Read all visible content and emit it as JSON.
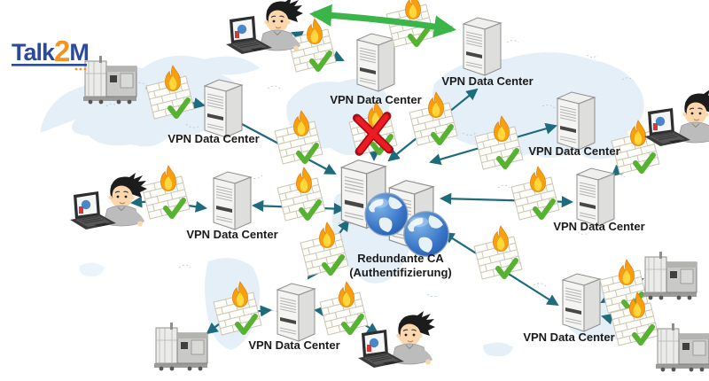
{
  "logo": {
    "text_talk": "Talk",
    "text_2": "2",
    "text_m": "M",
    "color_blue": "#2b4a9b",
    "color_orange": "#f6921e"
  },
  "diagram": {
    "datacenter_label": "VPN Data Center",
    "datacenters": [
      {
        "id": "top-center",
        "label": "VPN Data Center"
      },
      {
        "id": "top-right",
        "label": "VPN Data Center"
      },
      {
        "id": "left-top",
        "label": "VPN Data Center"
      },
      {
        "id": "left-middle",
        "label": "VPN Data Center"
      },
      {
        "id": "right-top",
        "label": "VPN Data Center"
      },
      {
        "id": "right-middle",
        "label": "VPN Data Center"
      },
      {
        "id": "bottom-center",
        "label": "VPN Data Center"
      },
      {
        "id": "bottom-right",
        "label": "VPN Data Center"
      }
    ],
    "central_ca": {
      "line1": "Redundante CA",
      "line2": "(Authentifizierung)"
    },
    "icons": {
      "firewall": "brick-wall-with-flame-and-green-check",
      "blocked_connection": "red-x-cross",
      "vpn_server": "3d-server-tower",
      "ca_server": "3d-server-tower-with-globe",
      "remote_user": "technician-with-laptop",
      "machine": "industrial-packaging-machine",
      "secure_tunnel": "thick-green-double-arrow",
      "connection": "thin-teal-double-arrow"
    },
    "colors": {
      "arrow_teal": "#1d6b7c",
      "tunnel_green": "#3bb54a",
      "flame_orange": "#f7a00d",
      "flame_yellow": "#ffd83e",
      "check_green": "#56b230",
      "blocked_red": "#ed1b23",
      "map_blue": "#e3eef8"
    }
  }
}
